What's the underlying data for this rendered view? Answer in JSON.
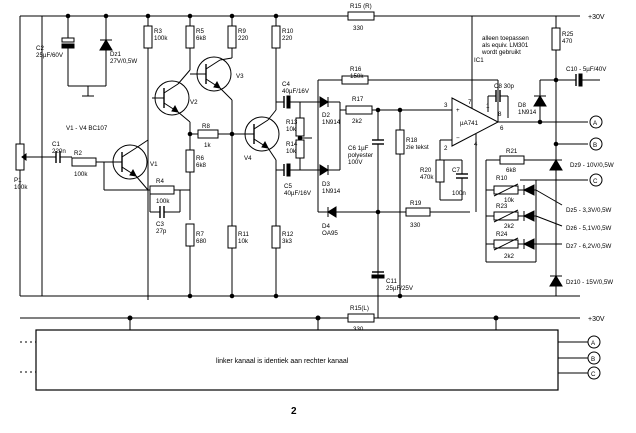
{
  "rails": {
    "top": "+30V",
    "bottom": "+30V"
  },
  "note": [
    "alleen toepassen",
    "als equiv. LM301",
    "wordt gebruikt"
  ],
  "left_block_text": "linker kanaal is identiek aan rechter kanaal",
  "page_number": "2",
  "transistors_note": "V1 - V4 BC107",
  "components": {
    "R1": "R15 (R)",
    "R1v": "330",
    "R15L": "R15(L)",
    "R15Lv": "330",
    "R25": "R25",
    "R25v": "470",
    "C2": "C2",
    "C2v": "25µF/60V",
    "Dz1": "Dz1",
    "Dz1v": "27V/0,5W",
    "R3": "R3",
    "R3v": "100k",
    "R5": "R5",
    "R5v": "6k8",
    "R9": "R9",
    "R9v": "220",
    "R10": "R10",
    "R10v": "220",
    "V1": "V1",
    "V2": "V2",
    "V3": "V3",
    "V4": "V4",
    "C1": "C1",
    "C1v": "220n",
    "R2": "R2",
    "R2v": "100k",
    "P1": "P1",
    "P1v": "100k",
    "R4": "R4",
    "R4v": "100k",
    "C3": "C3",
    "C3v": "27p",
    "R6": "R6",
    "R6v": "6k8",
    "R7": "R7",
    "R7v": "680",
    "R8": "R8",
    "R8v": "1k",
    "R11": "R11",
    "R11v": "10k",
    "R12": "R12",
    "R12v": "3k3",
    "C4": "C4",
    "C4v": "40µF/16V",
    "C5": "C5",
    "C5v": "40µF/16V",
    "R13": "R13",
    "R13v": "10k",
    "R14": "R14",
    "R14v": "10k",
    "D2": "D2",
    "D2v": "1N914",
    "D3": "D3",
    "D3v": "1N914",
    "D4": "D4",
    "D4v": "OA95",
    "R16": "R16",
    "R16v": "150k",
    "R17": "R17",
    "R17v": "2k2",
    "C6": "C6 1µF",
    "C6v1": "polyester",
    "C6v2": "100V",
    "R18": "R18",
    "R18v": "zie tekst",
    "R20": "R20",
    "R20v": "470k",
    "C7": "C7",
    "C7v": "100n",
    "R19": "R19",
    "R19v": "330",
    "IC1": "IC1",
    "IC1v": "µA741",
    "C8": "C8 30p",
    "D8": "D8",
    "D8v": "1N914",
    "C10": "C10 - 5µF/40V",
    "R21": "R21",
    "R21v": "6k8",
    "R22": "R10",
    "R22v": "10k",
    "R23": "R23",
    "R23v": "2k2",
    "R24": "R24",
    "R24v": "2k2",
    "C11": "C11",
    "C11v": "25µF/25V",
    "Dz9": "Dz9 - 10V/0,5W",
    "Dz5": "Dz5 - 3,3V/0,5W",
    "Dz6": "Dz6 - 5,1V/0,5W",
    "Dz7": "Dz7 - 6,2V/0,5W",
    "Dz10": "Dz10 - 15V/0,5W"
  },
  "ic_pins": [
    "3",
    "2",
    "7",
    "1",
    "8",
    "6",
    "4"
  ],
  "terminals": [
    "A",
    "B",
    "C"
  ]
}
